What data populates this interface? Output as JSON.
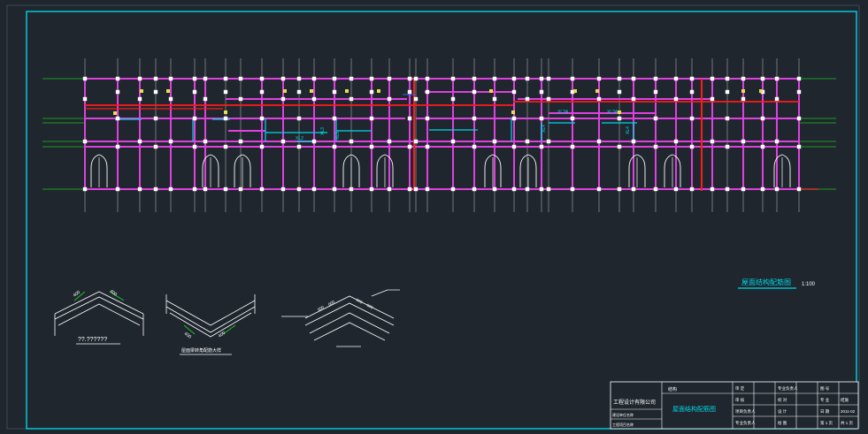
{
  "drawing": {
    "plan_title": "屋面结构配筋图",
    "plan_scale": "1:100",
    "beam_labels": [
      "XL3A",
      "XL3A",
      "XL2",
      "XL3",
      "XL3",
      "XL4",
      "XL4"
    ],
    "detail_caption_1": "??.??????",
    "detail_caption_2": "屋面梁转角配筋大样",
    "detail_dims_1": [
      "400",
      "400"
    ],
    "detail_dims_2": [
      "400",
      "400"
    ],
    "detail_dims_3": [
      "600",
      "600",
      "600",
      "600"
    ]
  },
  "title_block": {
    "company": "工程设计有限公司",
    "company_sub_1": "建设单位名称",
    "company_sub_2": "工程项目名称",
    "discipline_label": "结构",
    "drawing_name": "屋面结构配筋图",
    "row_labels": [
      "审 定",
      "审 核",
      "项目负责人",
      "专业负责人"
    ],
    "row_labels_2": [
      "专业负责人",
      "校 对",
      "设 计",
      "绘 图"
    ],
    "right_labels": [
      "图 号",
      "专 业",
      "日 期",
      "第 1 页"
    ],
    "right_values": [
      "",
      "结施",
      "2011-02",
      "共 1 页"
    ]
  },
  "colors": {
    "background": "#1f262e",
    "frame": "#00c8d8",
    "wall": "#e040e0",
    "beam_red": "#ff1a1a",
    "axis_green": "#1fc41f",
    "cyan": "#00d6e6",
    "white": "#ffffff"
  }
}
